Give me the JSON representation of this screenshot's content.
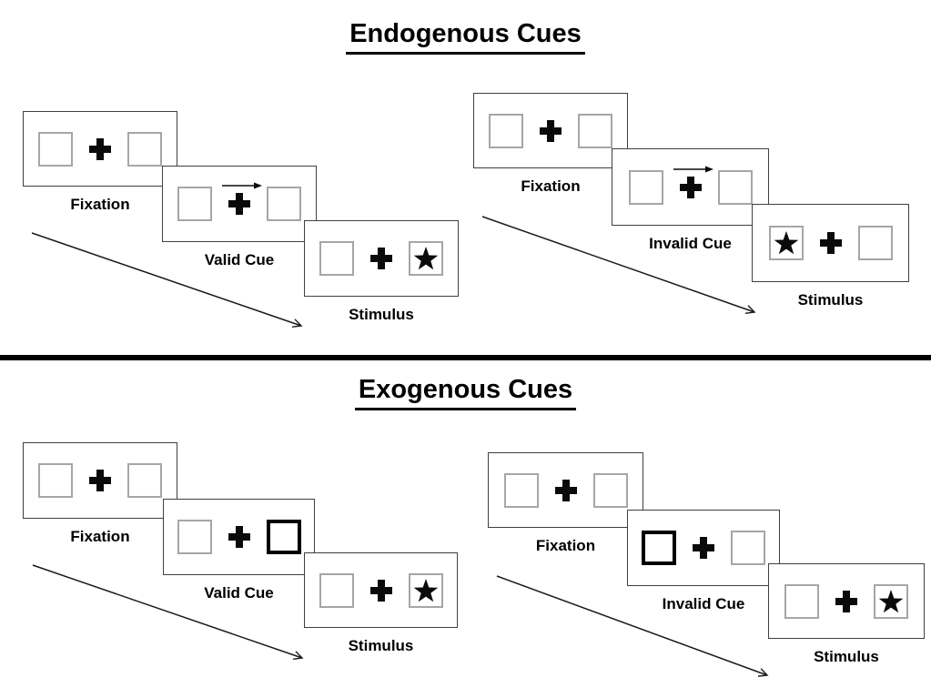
{
  "sections": [
    {
      "title": "Endogenous Cues",
      "sequences": [
        {
          "validity": "valid",
          "cue_description": "central arrow above fixation cross pointing right",
          "stimulus_side": "right",
          "panels": [
            {
              "label": "Fixation"
            },
            {
              "label": "Valid Cue"
            },
            {
              "label": "Stimulus"
            }
          ]
        },
        {
          "validity": "invalid",
          "cue_description": "central arrow above fixation cross pointing right",
          "stimulus_side": "left",
          "panels": [
            {
              "label": "Fixation"
            },
            {
              "label": "Invalid Cue"
            },
            {
              "label": "Stimulus"
            }
          ]
        }
      ]
    },
    {
      "title": "Exogenous Cues",
      "sequences": [
        {
          "validity": "valid",
          "cue_description": "peripheral bold box highlight on right box",
          "stimulus_side": "right",
          "panels": [
            {
              "label": "Fixation"
            },
            {
              "label": "Valid Cue"
            },
            {
              "label": "Stimulus"
            }
          ]
        },
        {
          "validity": "invalid",
          "cue_description": "peripheral bold box highlight on left box",
          "stimulus_side": "right",
          "panels": [
            {
              "label": "Fixation"
            },
            {
              "label": "Invalid Cue"
            },
            {
              "label": "Stimulus"
            }
          ]
        }
      ]
    }
  ],
  "icons": {
    "star-icon": "★",
    "fixation-cross-icon": "✚",
    "cue-arrow-icon": "→",
    "flow-arrow-icon": "↘"
  },
  "colors": {
    "background": "#ffffff",
    "ink": "#000000",
    "panel_border": "#3f3f3f",
    "box_border": "#a6a6a6",
    "divider": "#000000"
  }
}
